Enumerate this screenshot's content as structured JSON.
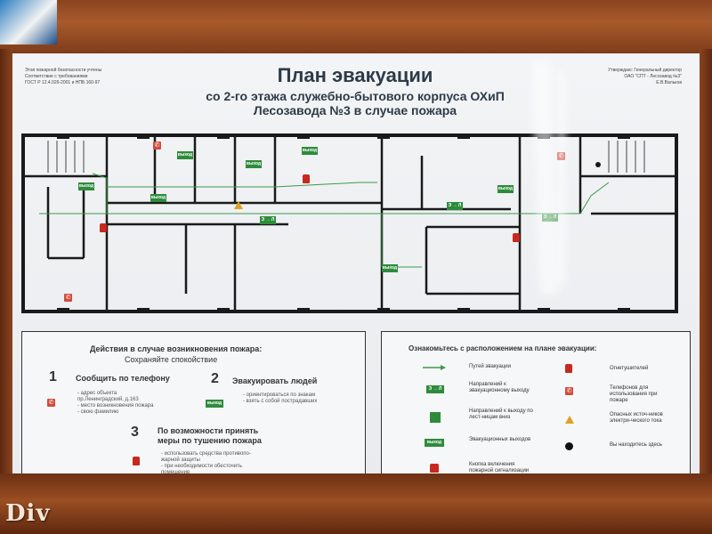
{
  "header": {
    "left_notes": [
      "Этап пожарной безопасности учтены",
      "Соответствие с требованиями",
      "ГОСТ Р 12.4.026-2001 и НПБ 160-97"
    ],
    "right_notes": [
      "Утверждаю: Генеральный директор",
      "ОАО \"СПТ - Лесозавод №3\"",
      "Е.В.Вальков"
    ]
  },
  "title": {
    "main": "План эвакуации",
    "line2": "со 2-го этажа  служебно-бытового корпуса  ОХиП",
    "line3": "Лесозавода №3  в случае пожара"
  },
  "plan": {
    "exit_label": "выход",
    "exit_arrow": "Э → Л"
  },
  "actions": {
    "heading": "Действия в случае возникновения пожара:",
    "subheading": "Сохраняйте спокойствие",
    "step1_num": "1",
    "step1_title": "Сообщить по телефону",
    "step1_details": [
      "- адрес объекта",
      "  пр.Ленинградский, д.163",
      "- место возникновения пожара",
      "- свою фамилию"
    ],
    "step2_num": "2",
    "step2_title": "Эвакуировать людей",
    "step2_details": [
      "- ориентироваться по знакам",
      "- взять с собой пострадавших"
    ],
    "step3_num": "3",
    "step3_title_line1": "По возможности принять",
    "step3_title_line2": "меры по тушению пожара",
    "step3_details": [
      "- использовать средства противопо-",
      "  жарной защиты",
      "- при необходимости обесточить",
      "  помещение"
    ]
  },
  "legend": {
    "heading": "Ознакомьтесь с расположением на плане эвакуации:",
    "items": [
      {
        "icon": "green-arrow-icon",
        "label": "Путей эвакуации"
      },
      {
        "icon": "exit-direction-sign-icon",
        "label": "Направлений к эвакуационному выходу"
      },
      {
        "icon": "stairs-down-sign-icon",
        "label": "Направлений к выходу по лест-ницам вниз"
      },
      {
        "icon": "exit-sign-icon",
        "label": "Эвакуационных выходов"
      },
      {
        "icon": "alarm-button-icon",
        "label": "Кнопка включения пожарной сигнализации"
      },
      {
        "icon": "extinguisher-icon",
        "label": "Огнетушителей"
      },
      {
        "icon": "phone-icon",
        "label": "Телефонов для использования при пожаре"
      },
      {
        "icon": "hazard-triangle-icon",
        "label": "Опасных источ-ников электри-ческого тока"
      },
      {
        "icon": "you-are-here-dot-icon",
        "label": "Вы находитесь здесь"
      }
    ]
  },
  "watermark": "Div",
  "colors": {
    "frame": "#8a4420",
    "sign_green": "#2e8b3c",
    "fire_red": "#c8281e",
    "wall": "#1a1a1a"
  }
}
